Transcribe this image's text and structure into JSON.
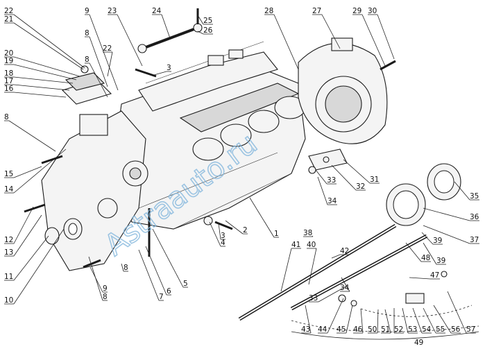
{
  "watermark": "Astraauto.ru",
  "group_label": "49",
  "callouts": [
    "1",
    "2",
    "3",
    "3",
    "4",
    "5",
    "6",
    "7",
    "8",
    "8",
    "8",
    "8",
    "8",
    "9",
    "9",
    "10",
    "11",
    "12",
    "13",
    "14",
    "15",
    "16",
    "17",
    "18",
    "19",
    "20",
    "21",
    "22",
    "22",
    "23",
    "24",
    "25",
    "26",
    "27",
    "28",
    "29",
    "30",
    "31",
    "32",
    "33",
    "33",
    "34",
    "34",
    "35",
    "36",
    "37",
    "38",
    "39",
    "39",
    "40",
    "41",
    "42",
    "43",
    "44",
    "45",
    "46",
    "47",
    "48",
    "50",
    "51",
    "52",
    "53",
    "54",
    "55",
    "56",
    "57"
  ]
}
